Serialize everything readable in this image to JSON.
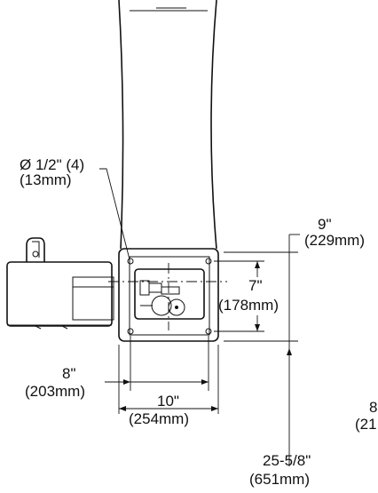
{
  "dimensions": {
    "hole": {
      "line1": "Ø 1/2\" (4)",
      "line2": "(13mm)"
    },
    "plate_height_right": {
      "line1": "9\"",
      "line2": "(229mm)"
    },
    "bolt_vertical": {
      "line1": "7\"",
      "line2": "(178mm)"
    },
    "bolt_horizontal": {
      "line1": "8\"",
      "line2": "(203mm)"
    },
    "plate_width": {
      "line1": "10\"",
      "line2": "(254mm)"
    },
    "floor_height": {
      "line1": "25-5/8\"",
      "line2": "(651mm)"
    },
    "cut_off_right": {
      "line1": "8",
      "line2": "(21"
    }
  }
}
